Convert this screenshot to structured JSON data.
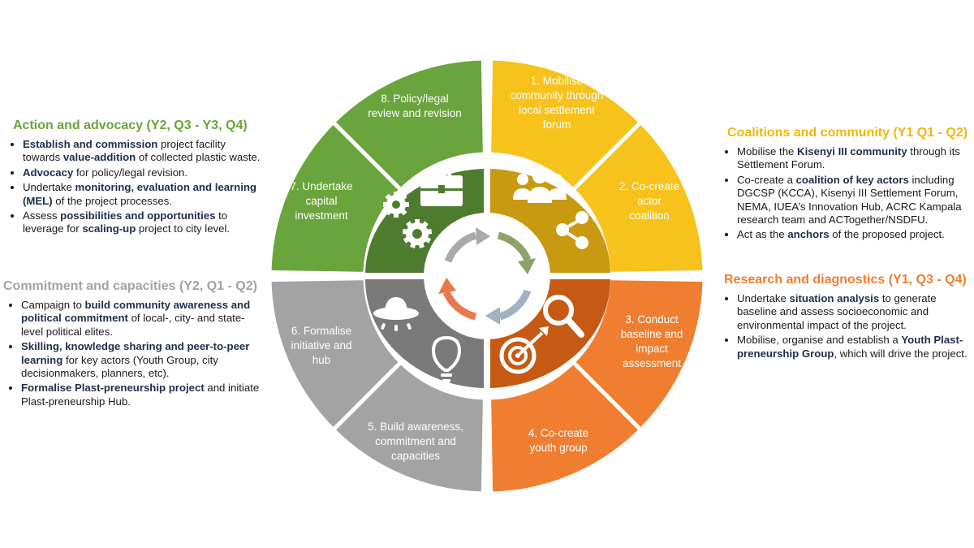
{
  "panels": {
    "action": {
      "title": "Action and advocacy (Y2, Q3 - Y3, Q4)",
      "items": [
        [
          {
            "b": "Establish and commission"
          },
          {
            "t": " project facility towards "
          },
          {
            "b": "value-addition"
          },
          {
            "t": " of collected plastic waste."
          }
        ],
        [
          {
            "b": "Advocacy"
          },
          {
            "t": " for policy/legal revision."
          }
        ],
        [
          {
            "t": "Undertake "
          },
          {
            "b": "monitoring, evaluation and learning (MEL)"
          },
          {
            "t": " of the project processes."
          }
        ],
        [
          {
            "t": "Assess "
          },
          {
            "b": "possibilities and opportunities"
          },
          {
            "t": " to leverage for "
          },
          {
            "b": "scaling-up"
          },
          {
            "t": " project to city level."
          }
        ]
      ]
    },
    "commitment": {
      "title": "Commitment and capacities (Y2, Q1 - Q2)",
      "items": [
        [
          {
            "t": "Campaign to "
          },
          {
            "b": "build community awareness and political commitment"
          },
          {
            "t": " of local-, city- and state-level political elites."
          }
        ],
        [
          {
            "b": "Skilling, knowledge sharing and peer-to-peer learning"
          },
          {
            "t": " for key actors (Youth Group, city decisionmakers, planners, etc)."
          }
        ],
        [
          {
            "b": "Formalise Plast-preneurship project"
          },
          {
            "t": " and initiate Plast-preneurship Hub."
          }
        ]
      ]
    },
    "coalitions": {
      "title": "Coalitions and community (Y1 Q1 - Q2)",
      "items": [
        [
          {
            "t": "Mobilise the "
          },
          {
            "b": "Kisenyi III community"
          },
          {
            "t": " through its Settlement Forum."
          }
        ],
        [
          {
            "t": "Co-create a "
          },
          {
            "b": "coalition of key actors"
          },
          {
            "t": " including DGCSP (KCCA), Kisenyi III Settlement Forum, NEMA, IUEA’s Innovation Hub, ACRC Kampala research team and ACTogether/NSDFU."
          }
        ],
        [
          {
            "t": "Act as the "
          },
          {
            "b": "anchors"
          },
          {
            "t": " of the proposed project."
          }
        ]
      ]
    },
    "research": {
      "title": "Research and diagnostics (Y1, Q3 - Q4)",
      "items": [
        [
          {
            "t": "Undertake "
          },
          {
            "b": "situation analysis"
          },
          {
            "t": " to generate baseline and assess socioeconomic and environmental impact of the project."
          }
        ],
        [
          {
            "t": "Mobilise, organise and establish a "
          },
          {
            "b": "Youth Plast-preneurship Group"
          },
          {
            "t": ", which will drive the project."
          }
        ]
      ]
    }
  },
  "steps": [
    {
      "id": "1",
      "lines": [
        "1.  Mobilise",
        "community through",
        "local settlement",
        "forum"
      ],
      "color": "#f7c21b"
    },
    {
      "id": "2",
      "lines": [
        "2. Co-create",
        "actor",
        "coalition"
      ],
      "color": "#f7c21b"
    },
    {
      "id": "3",
      "lines": [
        "3. Conduct",
        "baseline and",
        "impact",
        "assessment"
      ],
      "color": "#ef7e31"
    },
    {
      "id": "4",
      "lines": [
        "4. Co-create",
        "youth group"
      ],
      "color": "#ef7e31"
    },
    {
      "id": "5",
      "lines": [
        "5. Build awareness,",
        "commitment and",
        "capacities"
      ],
      "color": "#a3a3a3"
    },
    {
      "id": "6",
      "lines": [
        "6. Formalise",
        "initiative and",
        "hub"
      ],
      "color": "#a3a3a3"
    },
    {
      "id": "7",
      "lines": [
        "7. Undertake",
        "capital",
        "investment"
      ],
      "color": "#6aa43c"
    },
    {
      "id": "8",
      "lines": [
        "8. Policy/legal",
        "review and revision"
      ],
      "color": "#6aa43c"
    }
  ],
  "colors": {
    "green": "#6aa43c",
    "green_inner": "#4d7c2f",
    "yellow": "#f7c21b",
    "yellow_inner": "#c89a12",
    "orange": "#ef7e31",
    "orange_inner": "#c65a14",
    "grey": "#a3a3a3",
    "grey_inner": "#7a7a7a",
    "text_bold": "#1c2f4d"
  },
  "icons": {
    "green": "gears-briefcase-icon",
    "yellow": "people-share-icon",
    "orange": "target-magnifier-icon",
    "grey": "ufo-lightbulb-icon",
    "center": "cycle-arrows-icon"
  }
}
